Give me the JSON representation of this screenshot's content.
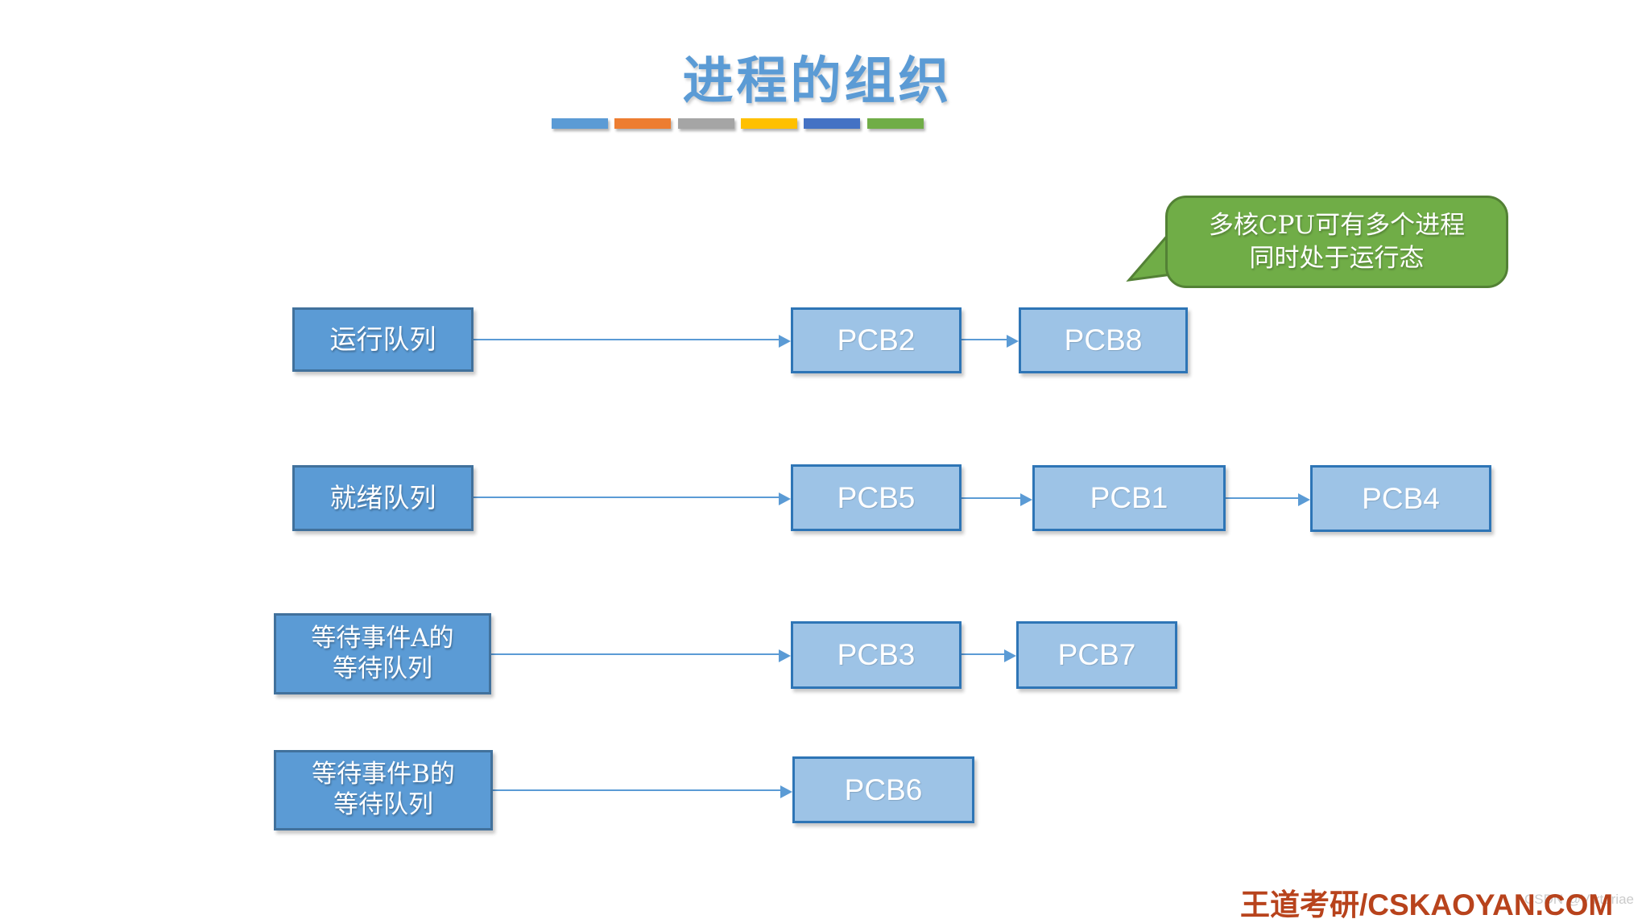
{
  "title": {
    "text": "进程的组织",
    "color": "#5B9BD5"
  },
  "decoration_bars": {
    "colors": [
      "#5B9BD5",
      "#ED7D31",
      "#A5A5A5",
      "#FFC000",
      "#4472C4",
      "#70AD47"
    ]
  },
  "callout": {
    "lines": [
      "多核CPU可有多个进程",
      "同时处于运行态"
    ],
    "fill": "#70AD47",
    "border": "#538135",
    "text_color": "#FFFFFF"
  },
  "theme": {
    "queue_fill": "#5B9BD5",
    "queue_border": "#41719C",
    "pcb_fill": "#9DC3E6",
    "pcb_border": "#2E75B6",
    "connector": "#5B9BD5"
  },
  "rows": [
    {
      "queue_label_lines": [
        "运行队列"
      ],
      "pcbs": [
        "PCB2",
        "PCB8"
      ]
    },
    {
      "queue_label_lines": [
        "就绪队列"
      ],
      "pcbs": [
        "PCB5",
        "PCB1",
        "PCB4"
      ]
    },
    {
      "queue_label_lines": [
        "等待事件A的",
        "等待队列"
      ],
      "pcbs": [
        "PCB3",
        "PCB7"
      ]
    },
    {
      "queue_label_lines": [
        "等待事件B的",
        "等待队列"
      ],
      "pcbs": [
        "PCB6"
      ]
    }
  ],
  "footer": {
    "brand": "王道考研/CSKAOYAN.COM",
    "brand_color": "#B8431C",
    "watermark": "CSDN @Viktoriae",
    "watermark_color": "#CBCBCB"
  }
}
